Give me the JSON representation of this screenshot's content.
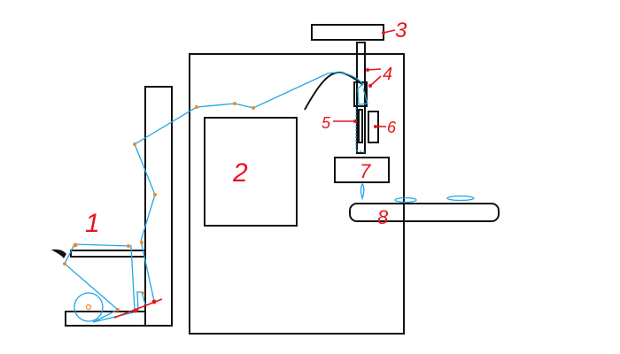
{
  "labels": {
    "l1": "1",
    "l2": "2",
    "l3": "3",
    "l4": "4",
    "l5": "5",
    "l6": "6",
    "l7": "7",
    "l8": "8"
  },
  "colors": {
    "line": "#111111",
    "belt": "#1ea7e1",
    "label": "#e8141c",
    "node": "#f08a2a"
  }
}
